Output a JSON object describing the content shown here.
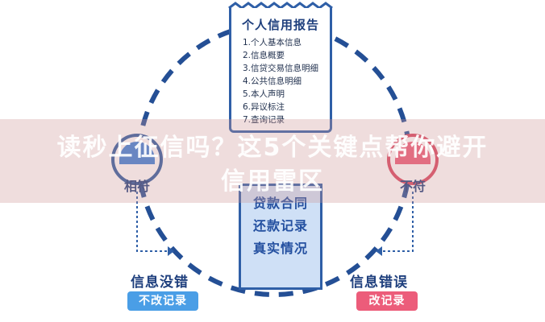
{
  "report": {
    "title": "个人信用报告",
    "items": [
      "1.个人基本信息",
      "2.信息概要",
      "3.信贷交易信息明细",
      "4.公共信息明细",
      "5.本人声明",
      "6.异议标注",
      "7.查询记录"
    ]
  },
  "blue_box": {
    "lines": [
      "贷款合同",
      "还款记录",
      "真实情况"
    ]
  },
  "left_node": {
    "label": "相符",
    "result_title": "信息没错",
    "result_action": "不改记录"
  },
  "right_node": {
    "label": "不符",
    "result_title": "信息错误",
    "result_action": "改记录"
  },
  "banner": {
    "line1": "读秒上征信吗？这5个关键点帮你避开",
    "line2": "信用雷区"
  },
  "colors": {
    "navy": "#2f5fa7",
    "light_blue": "#cfe0f6",
    "pink": "#ec5c7a",
    "sky": "#4a9ee6"
  }
}
